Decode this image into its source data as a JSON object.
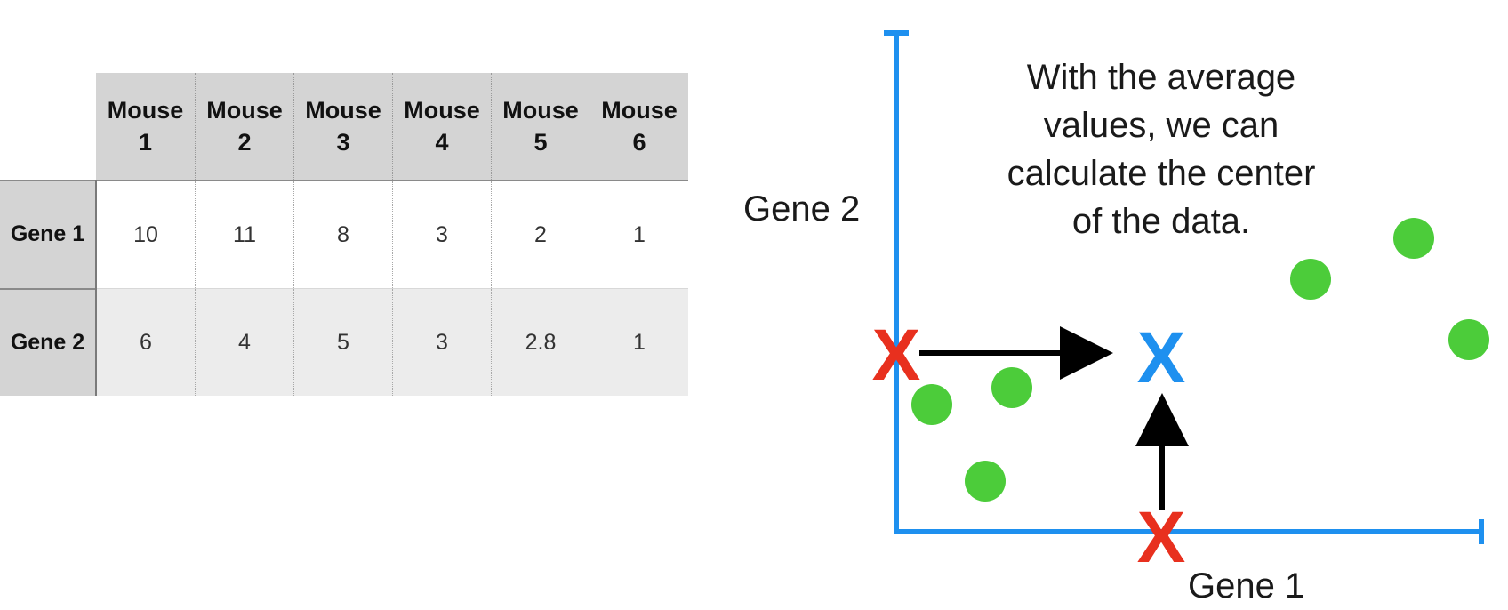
{
  "table": {
    "columns": [
      "Mouse 1",
      "Mouse 2",
      "Mouse 3",
      "Mouse 4",
      "Mouse 5",
      "Mouse 6"
    ],
    "column_lines": [
      [
        "Mouse",
        "1"
      ],
      [
        "Mouse",
        "2"
      ],
      [
        "Mouse",
        "3"
      ],
      [
        "Mouse",
        "4"
      ],
      [
        "Mouse",
        "5"
      ],
      [
        "Mouse",
        "6"
      ]
    ],
    "rows": [
      {
        "label": "Gene 1",
        "values": [
          "10",
          "11",
          "8",
          "3",
          "2",
          "1"
        ]
      },
      {
        "label": "Gene 2",
        "values": [
          "6",
          "4",
          "5",
          "3",
          "2.8",
          "1"
        ]
      }
    ]
  },
  "plot": {
    "ylabel": "Gene 2",
    "xlabel": "Gene 1",
    "caption_lines": [
      "With the average",
      "values, we can",
      "calculate the center",
      "of the data."
    ],
    "x_marker": "X",
    "center_marker": "X",
    "colors": {
      "axis": "#1e90ef",
      "point": "#4ccc3a",
      "mean_marker": "#e8301e",
      "center_marker": "#1e90ef",
      "arrow": "#000000"
    }
  }
}
